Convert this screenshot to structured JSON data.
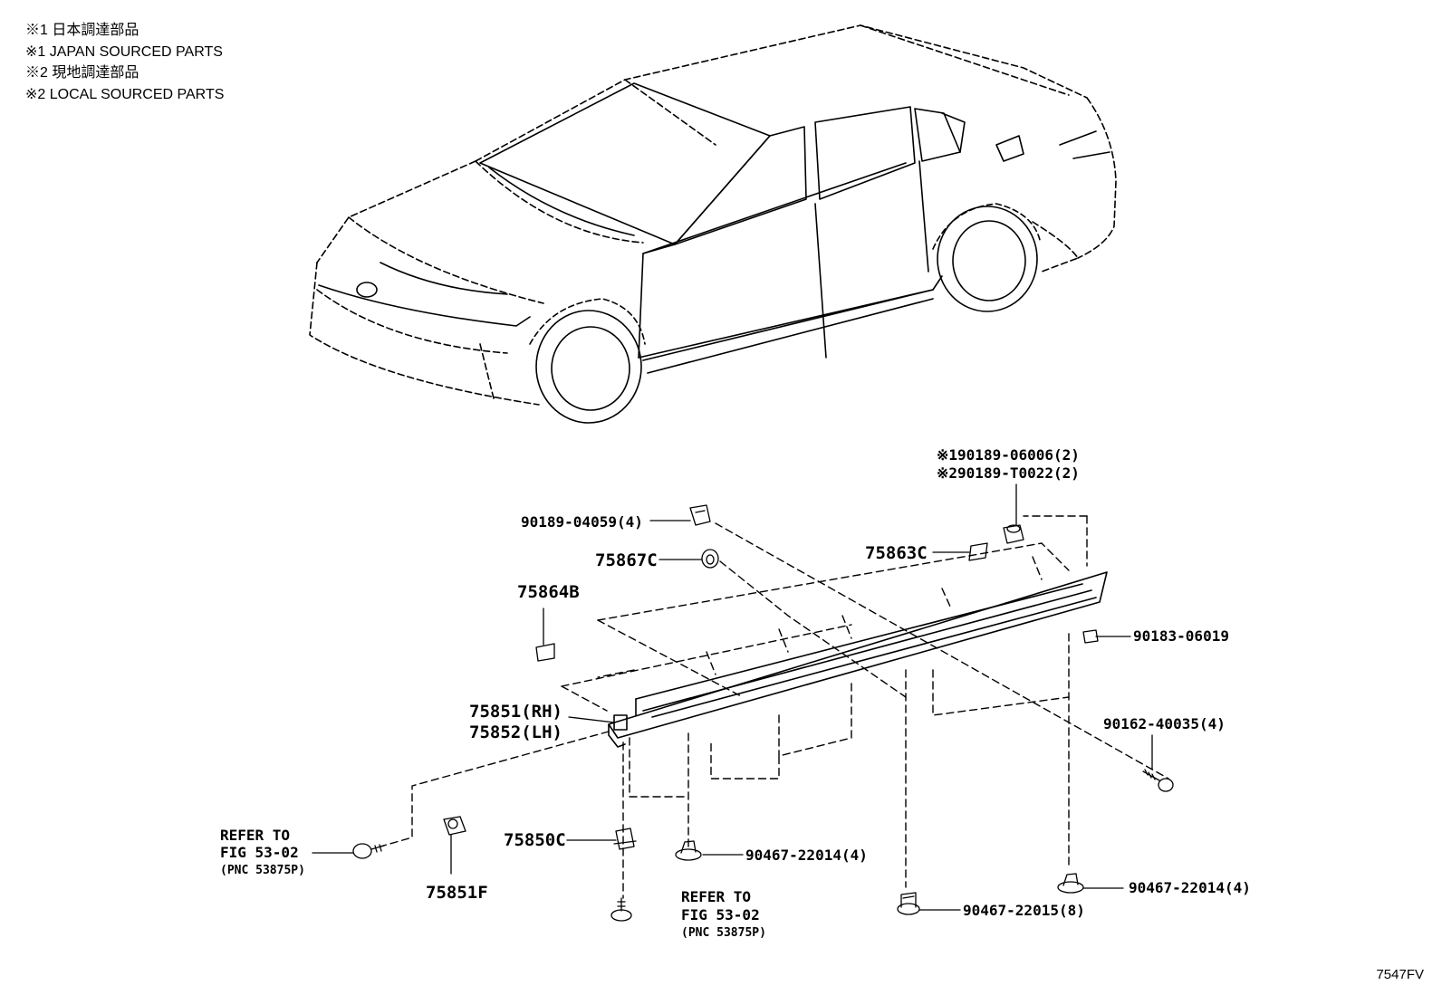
{
  "legend": [
    "※1 日本調達部品",
    "※1 JAPAN SOURCED PARTS",
    "※2 現地調達部品",
    "※2 LOCAL SOURCED PARTS"
  ],
  "labels": {
    "p_90189_06006": "※190189-06006(2)",
    "p_90189_T0022": "※290189-T0022(2)",
    "p_90189_04059": "90189-04059(4)",
    "p_75867C": "75867C",
    "p_75863C": "75863C",
    "p_75864B": "75864B",
    "p_90183_06019": "90183-06019",
    "p_75851": "75851(RH)",
    "p_75852": "75852(LH)",
    "p_90162_40035": "90162-40035(4)",
    "refer_left_1": "REFER TO",
    "refer_left_2": "FIG 53-02",
    "refer_left_3": "(PNC 53875P)",
    "p_75851F": "75851F",
    "p_75850C": "75850C",
    "p_90467_22014_a": "90467-22014(4)",
    "p_90467_22014_b": "90467-22014(4)",
    "p_90467_22015": "90467-22015(8)",
    "refer_right_1": "REFER TO",
    "refer_right_2": "FIG 53-02",
    "refer_right_3": "(PNC 53875P)"
  },
  "figure_code": "7547FV"
}
